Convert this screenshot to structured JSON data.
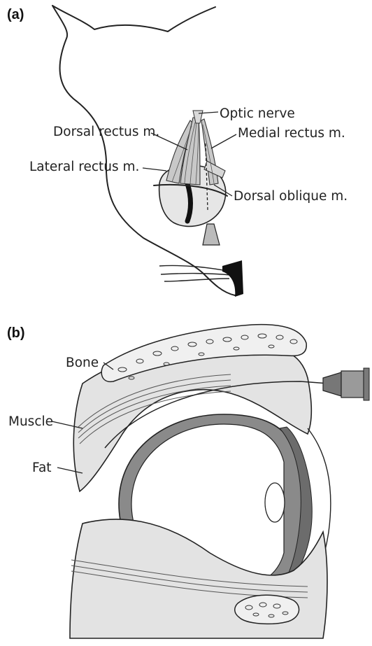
{
  "panel_a": {
    "panel_label": "(a)",
    "labels": {
      "optic_nerve": "Optic nerve",
      "dorsal_rectus": "Dorsal rectus m.",
      "medial_rectus": "Medial rectus m.",
      "lateral_rectus": "Lateral rectus m.",
      "dorsal_oblique": "Dorsal oblique m."
    }
  },
  "panel_b": {
    "panel_label": "(b)",
    "labels": {
      "bone": "Bone",
      "muscle": "Muscle",
      "fat": "Fat"
    }
  },
  "colors": {
    "line": "#222222",
    "muscle_fill": "#bdbdbd",
    "fat_fill": "#e3e3e3",
    "sclera_fill": "#7a7a7a",
    "iris_fill": "#8c8c8c",
    "lens_fill": "#ffffff",
    "bone_fill": "#f0f0f0",
    "nose_fill": "#111111"
  },
  "icons": [
    "syringe-needle-icon",
    "cat-head-outline",
    "eyeball-cross-section"
  ]
}
